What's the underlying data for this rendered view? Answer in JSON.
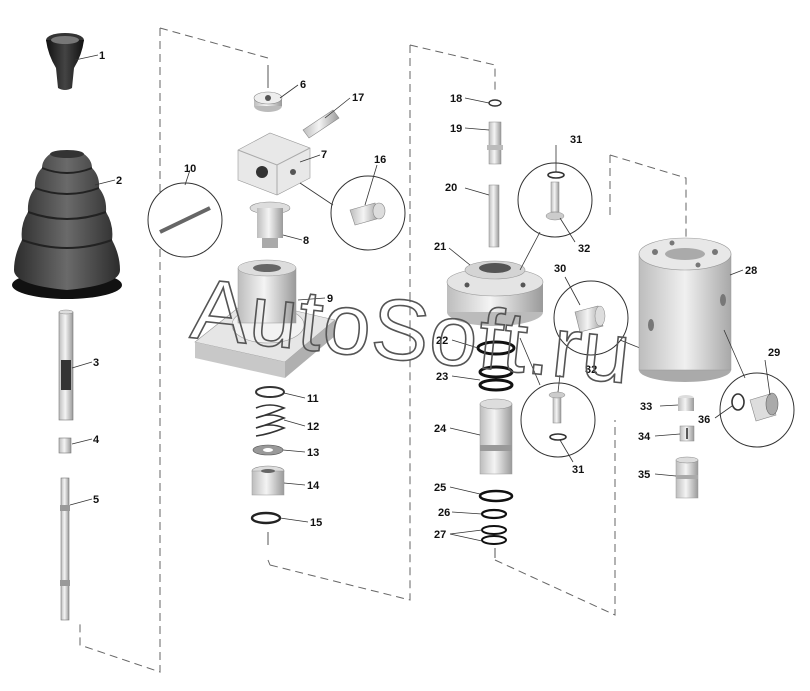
{
  "watermark": "AutoSoft.ru",
  "callouts": {
    "p1": "1",
    "p2": "2",
    "p3": "3",
    "p4": "4",
    "p5": "5",
    "p6": "6",
    "p7": "7",
    "p8": "8",
    "p9": "9",
    "p10": "10",
    "p11": "11",
    "p12": "12",
    "p13": "13",
    "p14": "14",
    "p15": "15",
    "p16": "16",
    "p17": "17",
    "p18": "18",
    "p19": "19",
    "p20": "20",
    "p21": "21",
    "p22": "22",
    "p23": "23",
    "p24": "24",
    "p25": "25",
    "p26": "26",
    "p27": "27",
    "p28": "28",
    "p29": "29",
    "p30": "30",
    "p31a": "31",
    "p31b": "31",
    "p32a": "32",
    "p32b": "32",
    "p33": "33",
    "p34": "34",
    "p35": "35",
    "p36": "36"
  }
}
